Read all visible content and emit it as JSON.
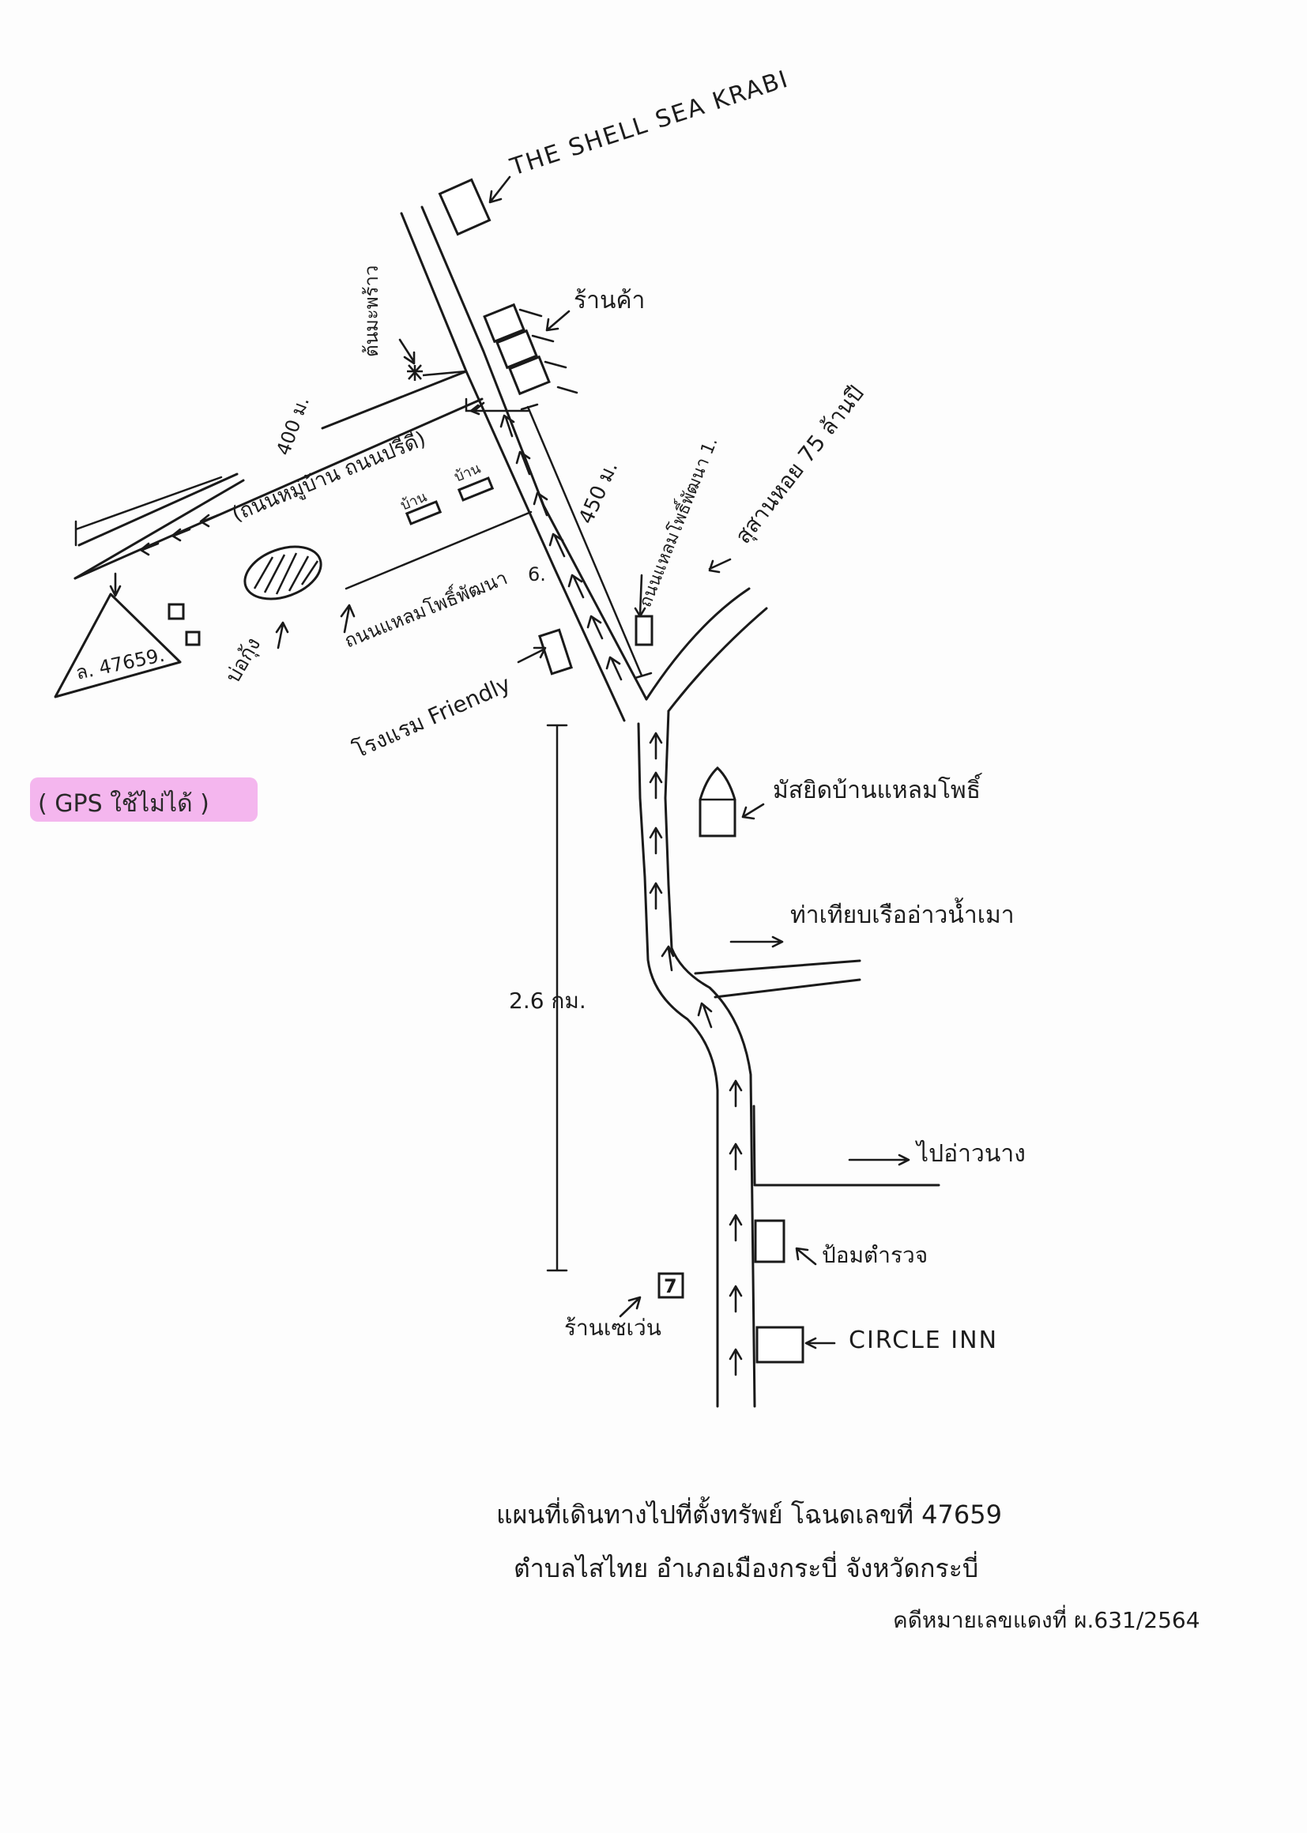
{
  "labels": {
    "hotel_shell_sea": "THE SHELL SEA KRABI",
    "shops": "ร้านค้า",
    "coconut_tree": "ต้นมะพร้าว",
    "distance_400": "400 ม.",
    "road_west": "(ถนนหมู่บ้าน ถนนปรีดี)",
    "house_1": "บ้าน",
    "house_2": "บ้าน",
    "distance_450": "450 ม.",
    "distance_6": "6.",
    "soi_hat_noppharat": "ถนนแหลมโพธิ์พัฒนา 1.",
    "soi_hat_noppharat_2": "ถนนแหลมโพธิ์พัฒนา",
    "cemetery": "สุสานหอย 75 ล้านปี",
    "land_parcel": "ล. 47659.",
    "pond": "บ่อกุ้ง",
    "friendly_hotel": "โรงแรม Friendly",
    "gps_note": "( GPS ใช้ไม่ได้ )",
    "mosque": "มัสยิดบ้านแหลมโพธิ์",
    "pier": "ท่าเทียบเรืออ่าวน้ำเมา",
    "distance_2_6": "2.6 กม.",
    "to_ao_nang": "ไปอ่าวนาง",
    "police_box": "ป้อมตำรวจ",
    "seven_eleven_label": "7",
    "shop_711": "ร้านเซเว่น",
    "circle_inn": "CIRCLE INN"
  },
  "caption": {
    "line1": "แผนที่เดินทางไปที่ตั้งทรัพย์ โฉนดเลขที่ 47659",
    "line2": "ตำบลไสไทย อำเภอเมืองกระบี่ จังหวัดกระบี่",
    "line3": "คดีหมายเลขแดงที่ ผ.631/2564"
  },
  "colors": {
    "ink": "#1a1a1a",
    "highlight": "#f4b6ee"
  }
}
